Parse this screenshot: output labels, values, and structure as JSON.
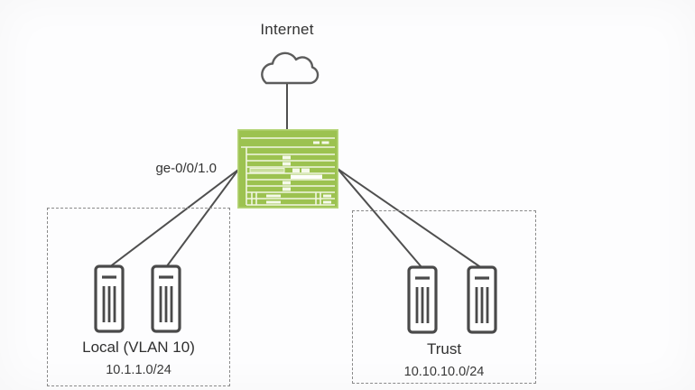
{
  "diagram": {
    "type": "network-topology",
    "internet": {
      "label": "Internet"
    },
    "firewall": {
      "interface_label": "ge-0/0/1.0",
      "vendor_style": "juniper-srx-chassis"
    },
    "zones": [
      {
        "id": "local",
        "label": "Local (VLAN 10)",
        "subnet": "10.1.1.0/24",
        "host_count": 2
      },
      {
        "id": "trust",
        "label": "Trust",
        "subnet": "10.10.10.0/24",
        "host_count": 2
      }
    ],
    "connections": [
      {
        "from": "internet-cloud",
        "to": "firewall"
      },
      {
        "from": "firewall",
        "to": "local-host-1"
      },
      {
        "from": "firewall",
        "to": "local-host-2"
      },
      {
        "from": "firewall",
        "to": "trust-host-1"
      },
      {
        "from": "firewall",
        "to": "trust-host-2"
      }
    ],
    "icons": {
      "cloud": "internet-cloud-icon",
      "firewall": "firewall-device-icon",
      "host": "server-host-icon"
    },
    "colors": {
      "device_green": "#9cc250",
      "device_green_light": "#c9de9d",
      "device_detail_white": "#f5f9ea",
      "connector_line": "#4f4f4f",
      "icon_stroke": "#4a4a4a",
      "text": "#303030",
      "zone_border": "#8a8a8a",
      "background": "#fdfdfe"
    }
  }
}
